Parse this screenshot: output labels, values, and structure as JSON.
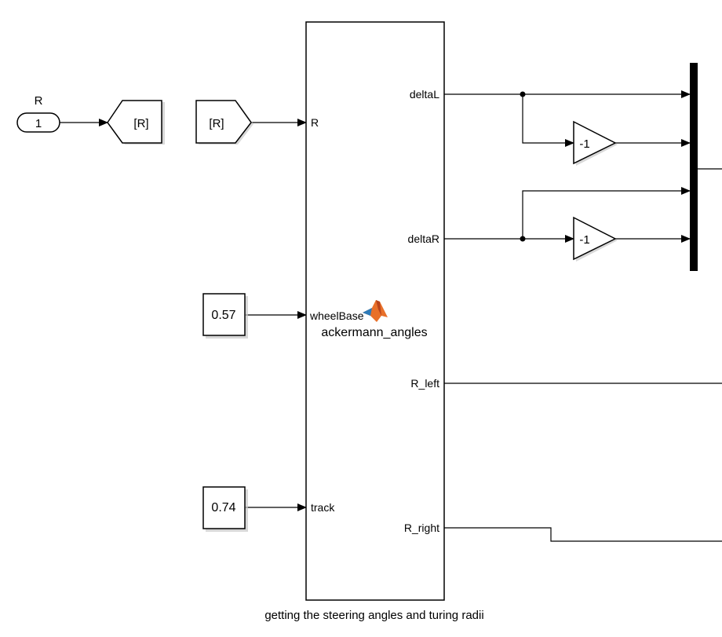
{
  "inport": {
    "name": "R",
    "number": "1"
  },
  "goto_tag": "[R]",
  "from_tag": "[R]",
  "constants": {
    "wheelbase_value": "0.57",
    "track_value": "0.74"
  },
  "function_block": {
    "name": "ackermann_angles",
    "inputs": {
      "r": "R",
      "wheelbase": "wheelBase",
      "track": "track"
    },
    "outputs": {
      "delta_l": "deltaL",
      "delta_r": "deltaR",
      "r_left": "R_left",
      "r_right": "R_right"
    },
    "caption": "getting the steering angles and turing radii"
  },
  "gains": {
    "top": "-1",
    "bottom": "-1"
  },
  "colors": {
    "matlab_logo_orange": "#e8702a",
    "matlab_logo_blue": "#2e7bb8"
  }
}
